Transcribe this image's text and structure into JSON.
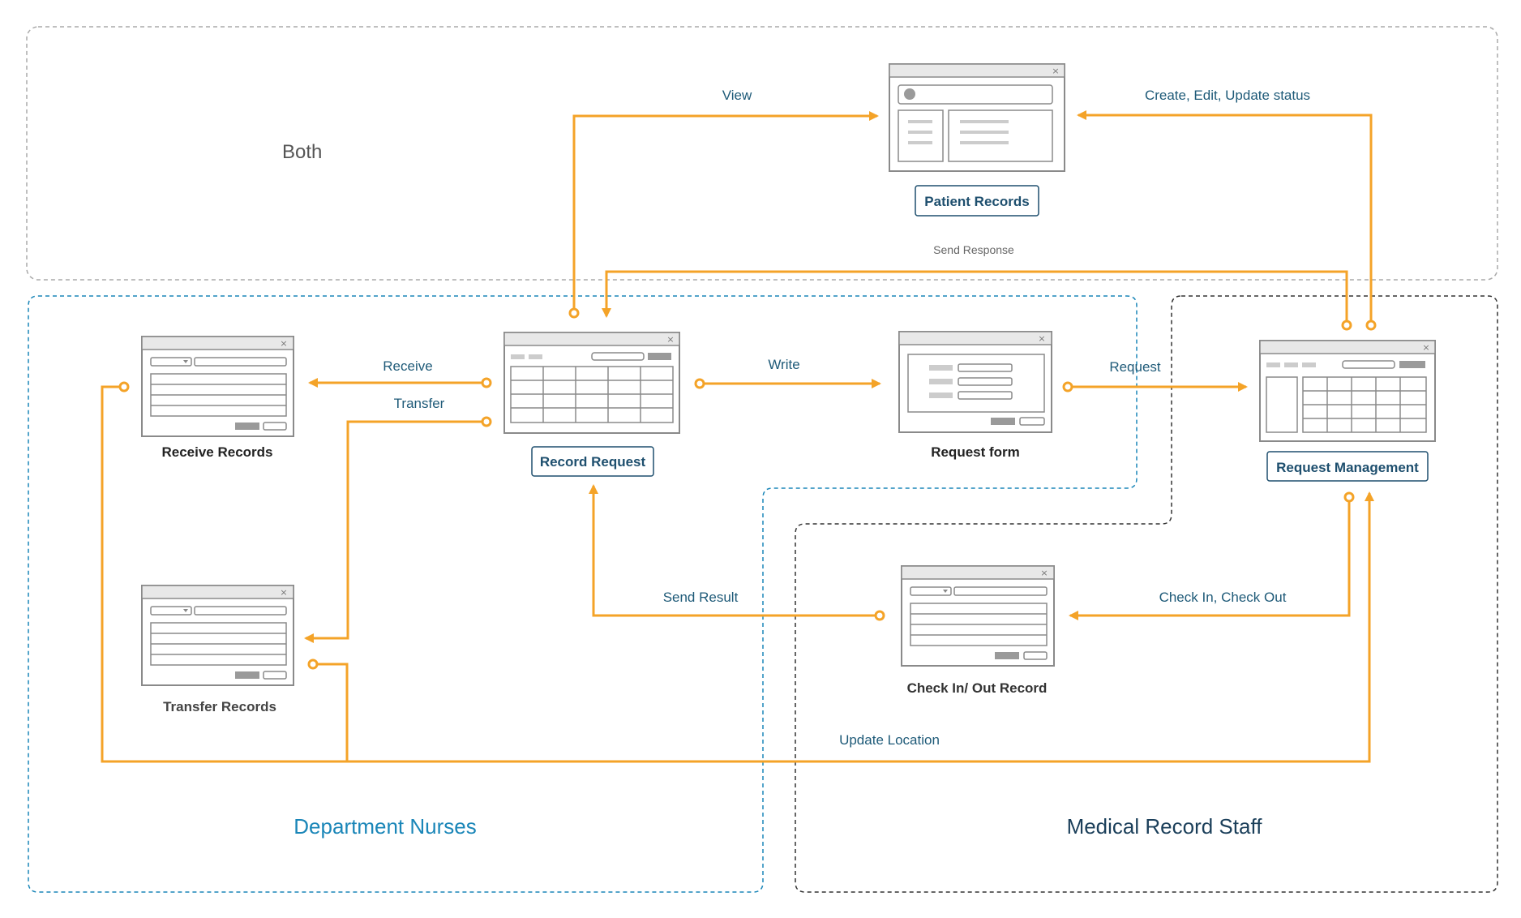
{
  "zones": {
    "both": "Both",
    "nurses": "Department Nurses",
    "staff": "Medical Record Staff"
  },
  "screens": {
    "patient_records": "Patient Records",
    "record_request": "Record Request",
    "request_management": "Request Management",
    "receive_records": "Receive Records",
    "request_form": "Request form",
    "transfer_records": "Transfer Records",
    "check_in_out": "Check In/ Out Record"
  },
  "flows": {
    "view": "View",
    "create_edit": "Create, Edit, Update status",
    "send_response": "Send Response",
    "receive": "Receive",
    "transfer": "Transfer",
    "write": "Write",
    "request": "Request",
    "send_result": "Send Result",
    "check_in_out": "Check In, Check Out",
    "update_location": "Update Location"
  },
  "colors": {
    "flow": "#f4a328",
    "nurses_zone": "#1a86b8",
    "both_zone": "#aaaaaa",
    "staff_zone": "#333333"
  }
}
